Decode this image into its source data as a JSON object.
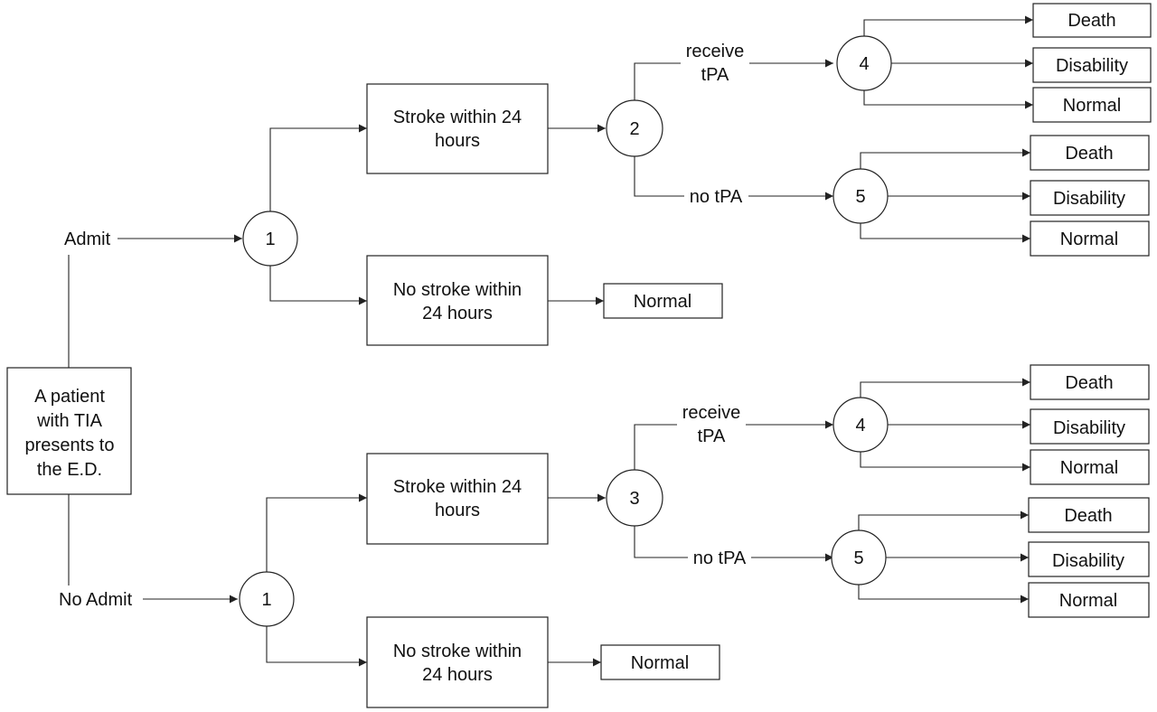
{
  "root": {
    "lines": [
      "A patient",
      "with TIA",
      "presents to",
      "the E.D."
    ]
  },
  "decisions": {
    "admit": "Admit",
    "no_admit": "No Admit"
  },
  "chance_nodes": {
    "admit_stroke_node": "1",
    "admit_stroke_tpa_node": "2",
    "admit_tpa_outcome_node": "4",
    "admit_no_tpa_outcome_node": "5",
    "no_admit_stroke_node": "1",
    "no_admit_stroke_tpa_node": "3",
    "no_admit_tpa_outcome_node": "4",
    "no_admit_no_tpa_outcome_node": "5"
  },
  "events": {
    "stroke": [
      "Stroke within 24",
      "hours"
    ],
    "no_stroke": [
      "No stroke within",
      "24 hours"
    ]
  },
  "treatment": {
    "receive_tpa": [
      "receive",
      "tPA"
    ],
    "no_tpa": "no tPA"
  },
  "outcomes": {
    "death": "Death",
    "disability": "Disability",
    "normal": "Normal"
  }
}
